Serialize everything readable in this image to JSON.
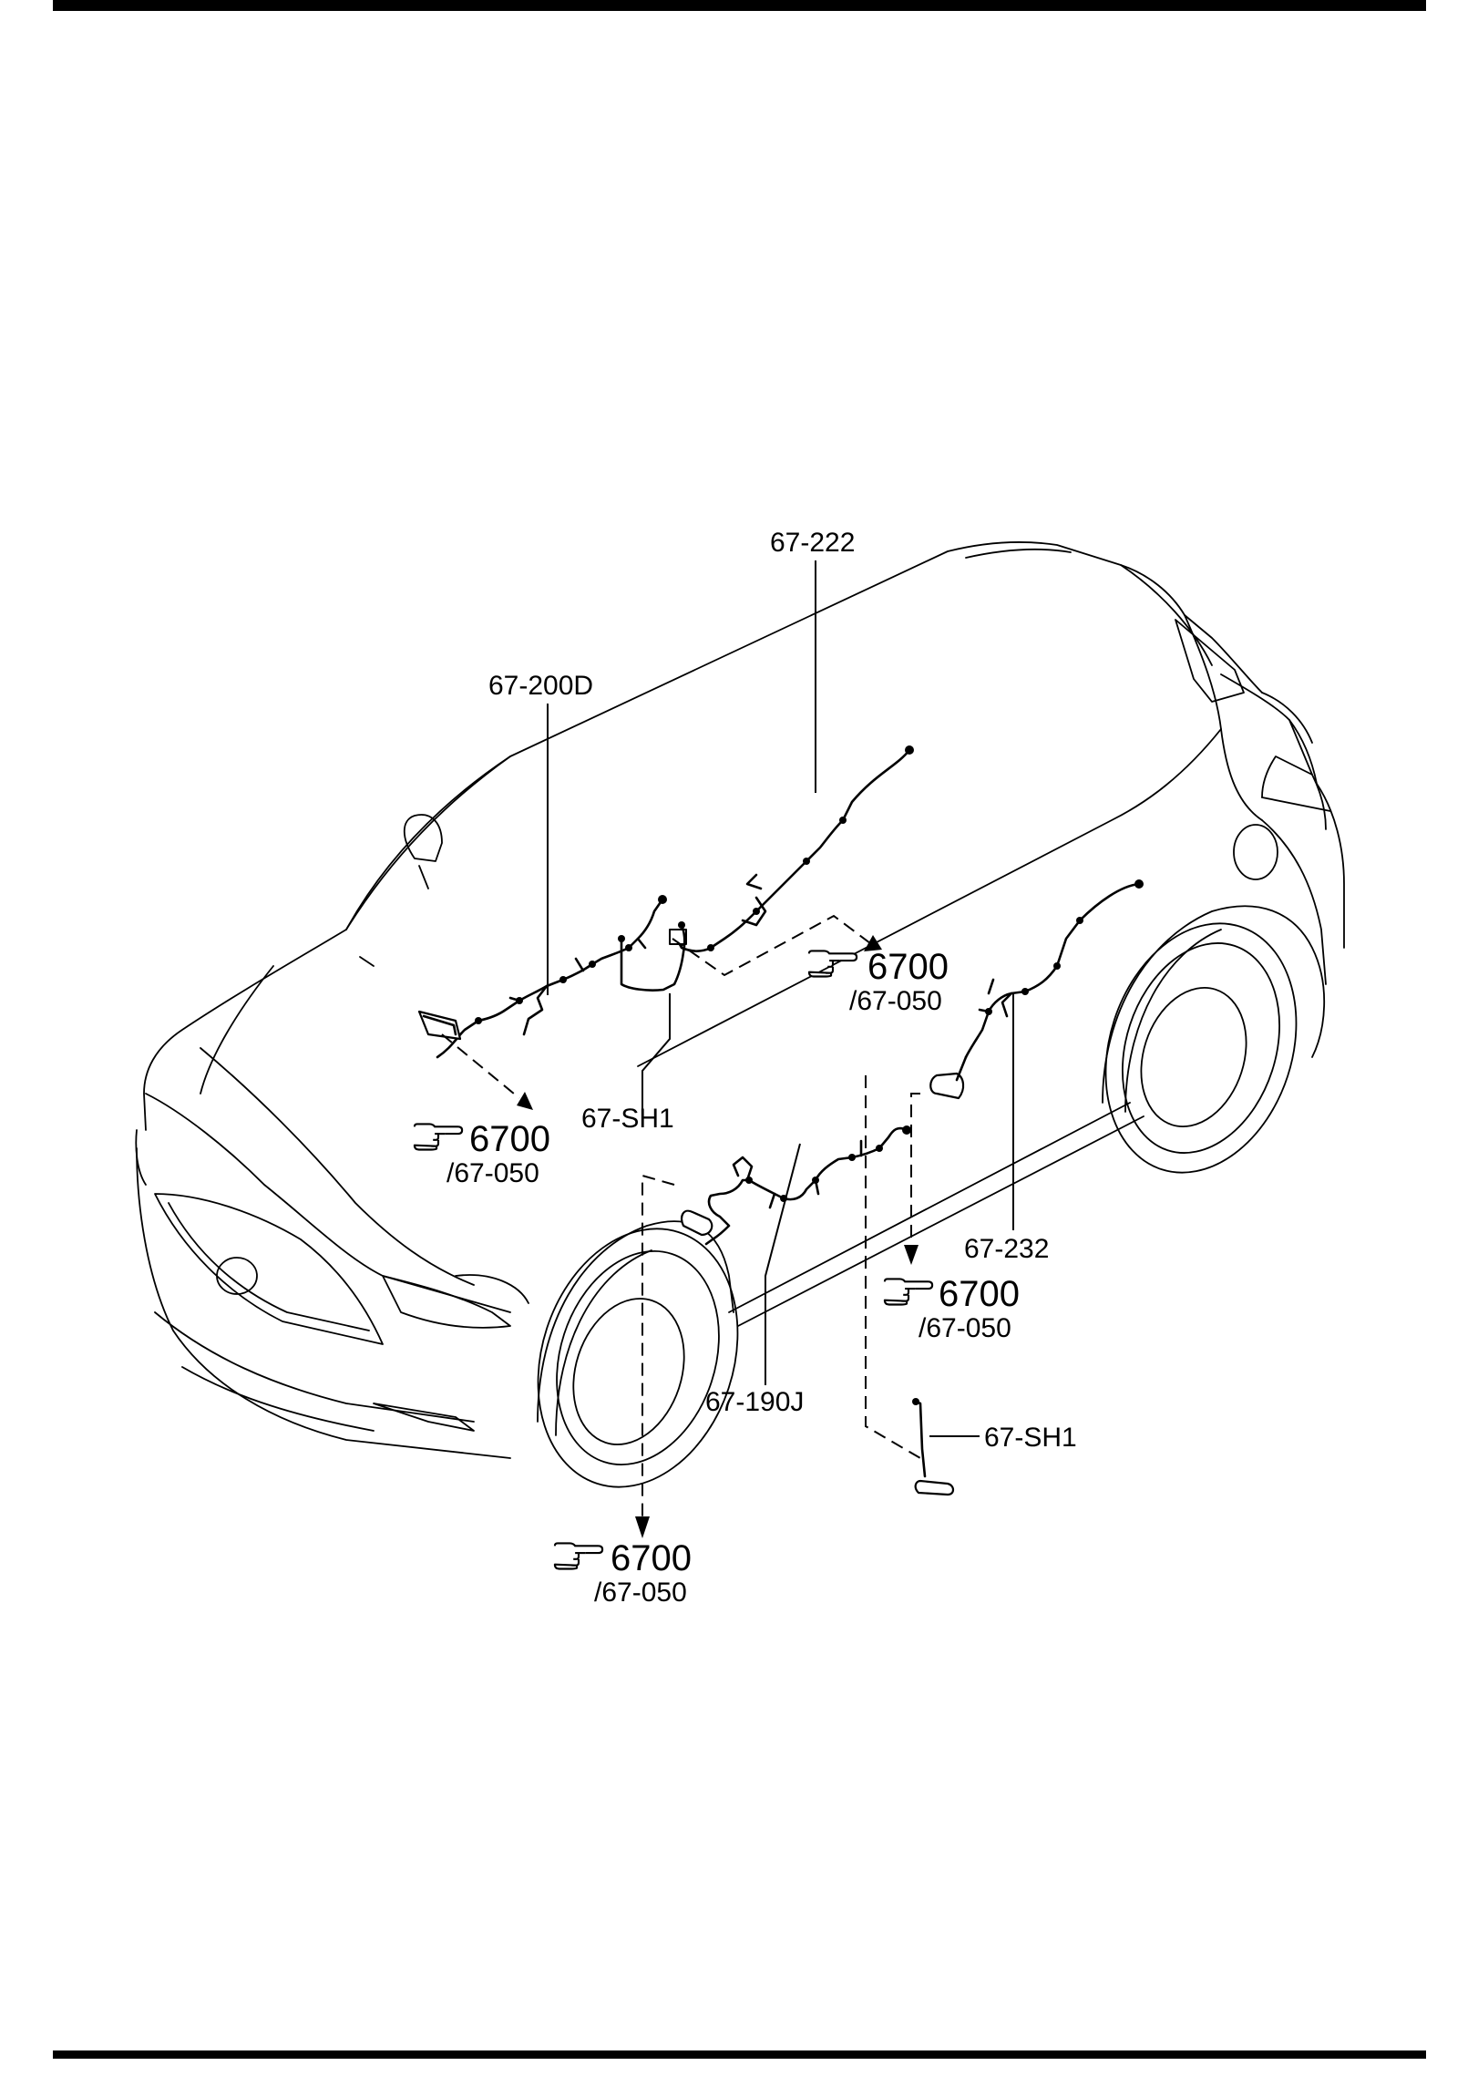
{
  "parts": {
    "harness_222": "67-222",
    "harness_200d": "67-200D",
    "shield_left": "67-SH1",
    "shield_right": "67-SH1",
    "harness_232": "67-232",
    "harness_190j": "67-190J"
  },
  "refs": [
    {
      "group": "6700",
      "page": "/67-050"
    },
    {
      "group": "6700",
      "page": "/67-050"
    },
    {
      "group": "6700",
      "page": "/67-050"
    },
    {
      "group": "6700",
      "page": "/67-050"
    }
  ],
  "icons": {
    "reference": "pointing-hand-icon"
  }
}
